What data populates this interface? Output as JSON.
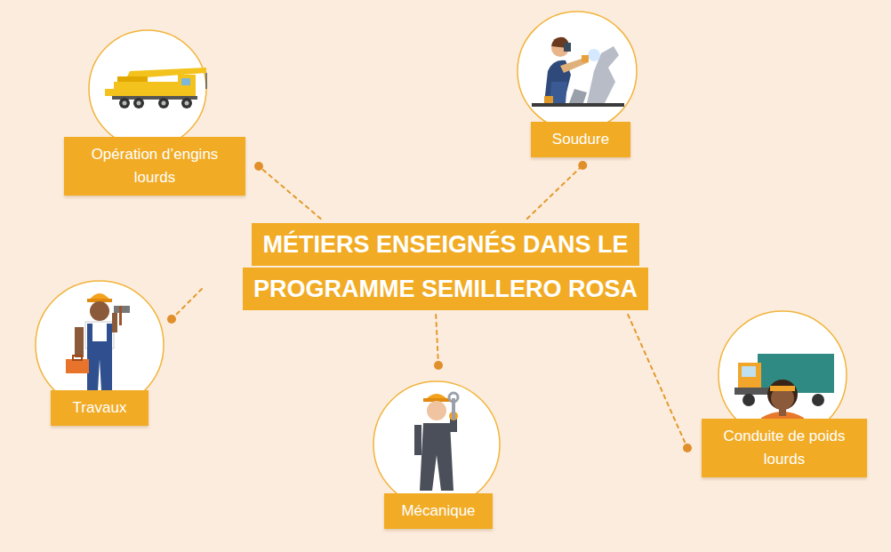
{
  "diagram": {
    "nodes": [
      {
        "text": [
          "MÉTIERS ENSEIGNÉS DANS LE PROGRAMME SEMILLERO ROSA"
        ]
      },
      {
        "text": [
          "Opération d’engins lourds"
        ]
      },
      {
        "text": [
          "Soudure"
        ]
      },
      {
        "text": [
          "Travaux"
        ]
      },
      {
        "text": [
          "Mécanique"
        ]
      },
      {
        "text": [
          "Conduite de poids lourds"
        ]
      }
    ],
    "edges": [
      {
        "from": 0,
        "to": 1,
        "arrow": "none"
      },
      {
        "from": 0,
        "to": 2,
        "arrow": "none"
      },
      {
        "from": 0,
        "to": 3,
        "arrow": "none"
      },
      {
        "from": 0,
        "to": 4,
        "arrow": "none"
      },
      {
        "from": 0,
        "to": 5,
        "arrow": "none"
      }
    ]
  }
}
